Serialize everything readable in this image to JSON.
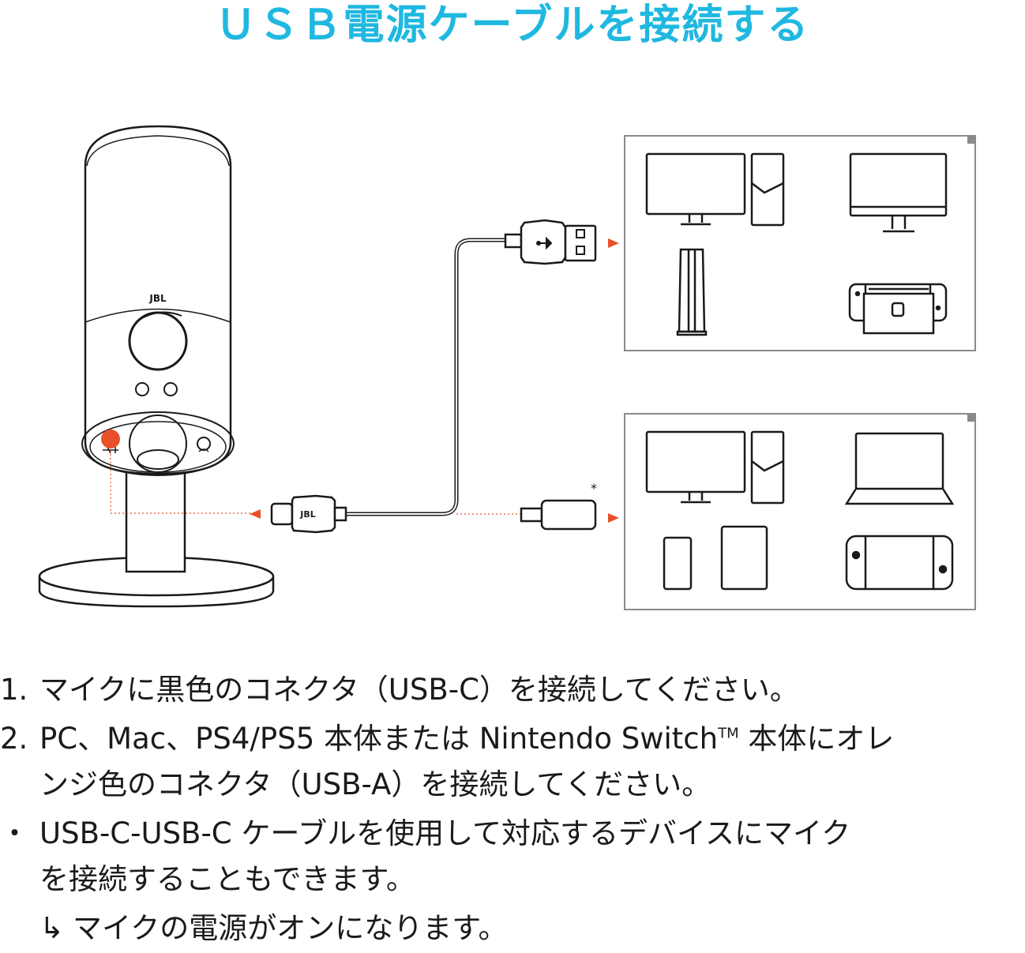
{
  "title": "ＵＳＢ電源ケーブルを接続する",
  "diagram": {
    "mic_brand": "JBL",
    "cable_brand": "JBL",
    "footnote_mark": "*",
    "colors": {
      "accent_orange": "#e8502a",
      "title_blue": "#1fb8e0",
      "line": "#1a1a1a",
      "panel_border": "#8a8a8a"
    }
  },
  "instructions": {
    "step1_marker": "1.",
    "step1_text": "マイクに黒色のコネクタ（USB-C）を接続してください。",
    "step2_marker": "2.",
    "step2_line1_a": "PC、Mac、PS4/PS5 本体または Nintendo Switch",
    "step2_tm": "TM",
    "step2_line1_b": " 本体にオレ",
    "step2_line2": "ンジ色のコネクタ（USB-A）を接続してください。",
    "bullet_marker": "・",
    "bullet_line1": "USB-C-USB-C ケーブルを使用して対応するデバイスにマイク",
    "bullet_line2": "を接続することもできます。",
    "result_marker": "↳",
    "result_text": "マイクの電源がオンになります。"
  }
}
